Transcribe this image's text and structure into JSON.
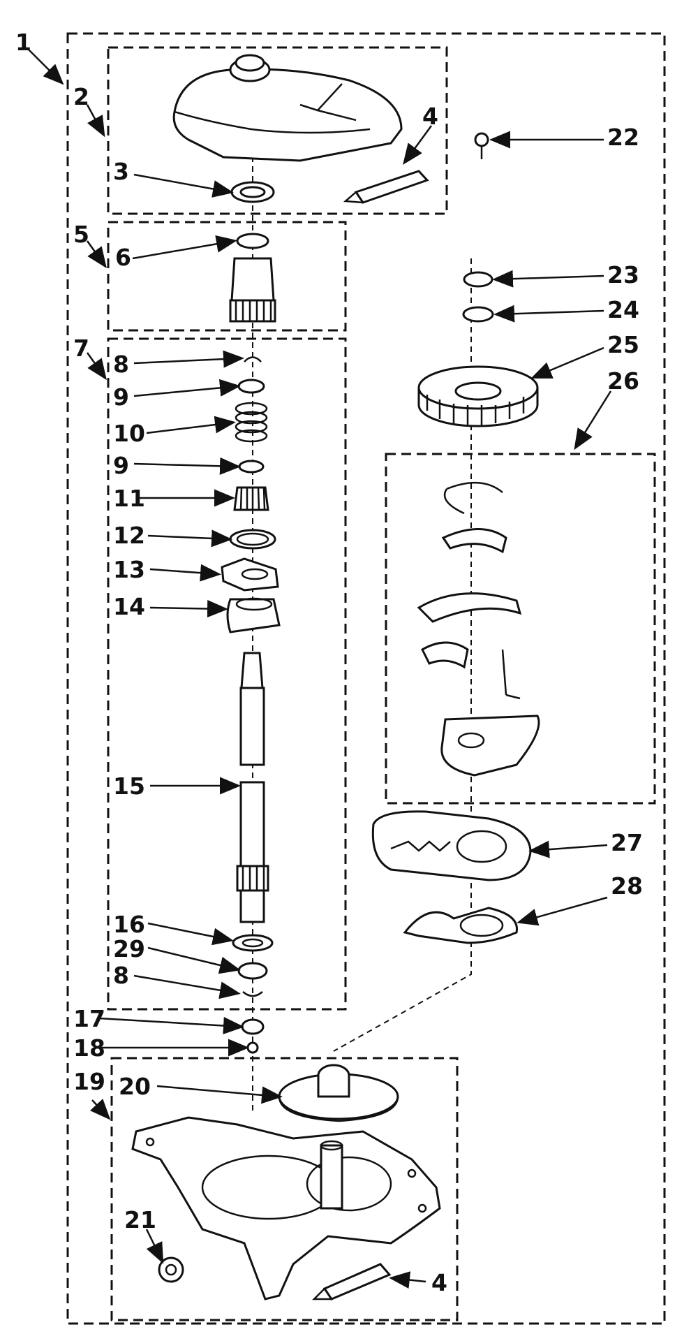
{
  "diagram": {
    "callouts": {
      "c1": "1",
      "c2": "2",
      "c3": "3",
      "c4_top": "4",
      "c4_bottom": "4",
      "c5": "5",
      "c6": "6",
      "c7": "7",
      "c8_top": "8",
      "c8_bottom": "8",
      "c9_top": "9",
      "c9_bottom": "9",
      "c10": "10",
      "c11": "11",
      "c12": "12",
      "c13": "13",
      "c14": "14",
      "c15": "15",
      "c16": "16",
      "c17": "17",
      "c18": "18",
      "c19": "19",
      "c20": "20",
      "c21": "21",
      "c22": "22",
      "c23": "23",
      "c24": "24",
      "c25": "25",
      "c26": "26",
      "c27": "27",
      "c28": "28",
      "c29": "29"
    }
  }
}
